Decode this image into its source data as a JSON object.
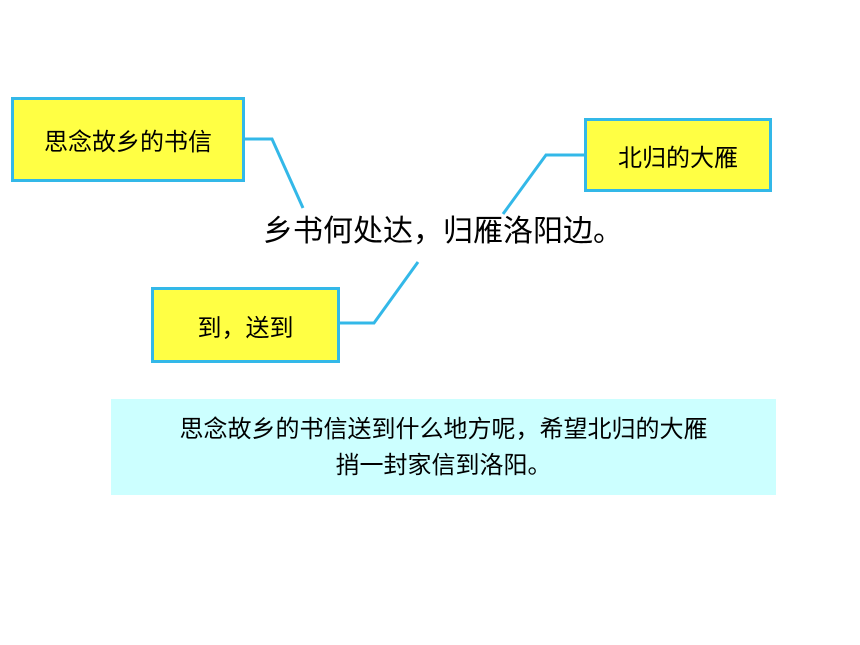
{
  "colors": {
    "note_fill": "#ffff44",
    "note_border": "#33b8e8",
    "connector": "#33b8e8",
    "explanation_fill": "#ccffff"
  },
  "verse": "乡书何处达，归雁洛阳边。",
  "notes": [
    {
      "id": "xiangshu",
      "label": "思念故乡的书信"
    },
    {
      "id": "guiyan",
      "label": "北归的大雁"
    },
    {
      "id": "da",
      "label": "到，送到"
    }
  ],
  "explanation": {
    "line1": "思念故乡的书信送到什么地方呢，希望北归的大雁",
    "line2": "捎一封家信到洛阳。"
  }
}
